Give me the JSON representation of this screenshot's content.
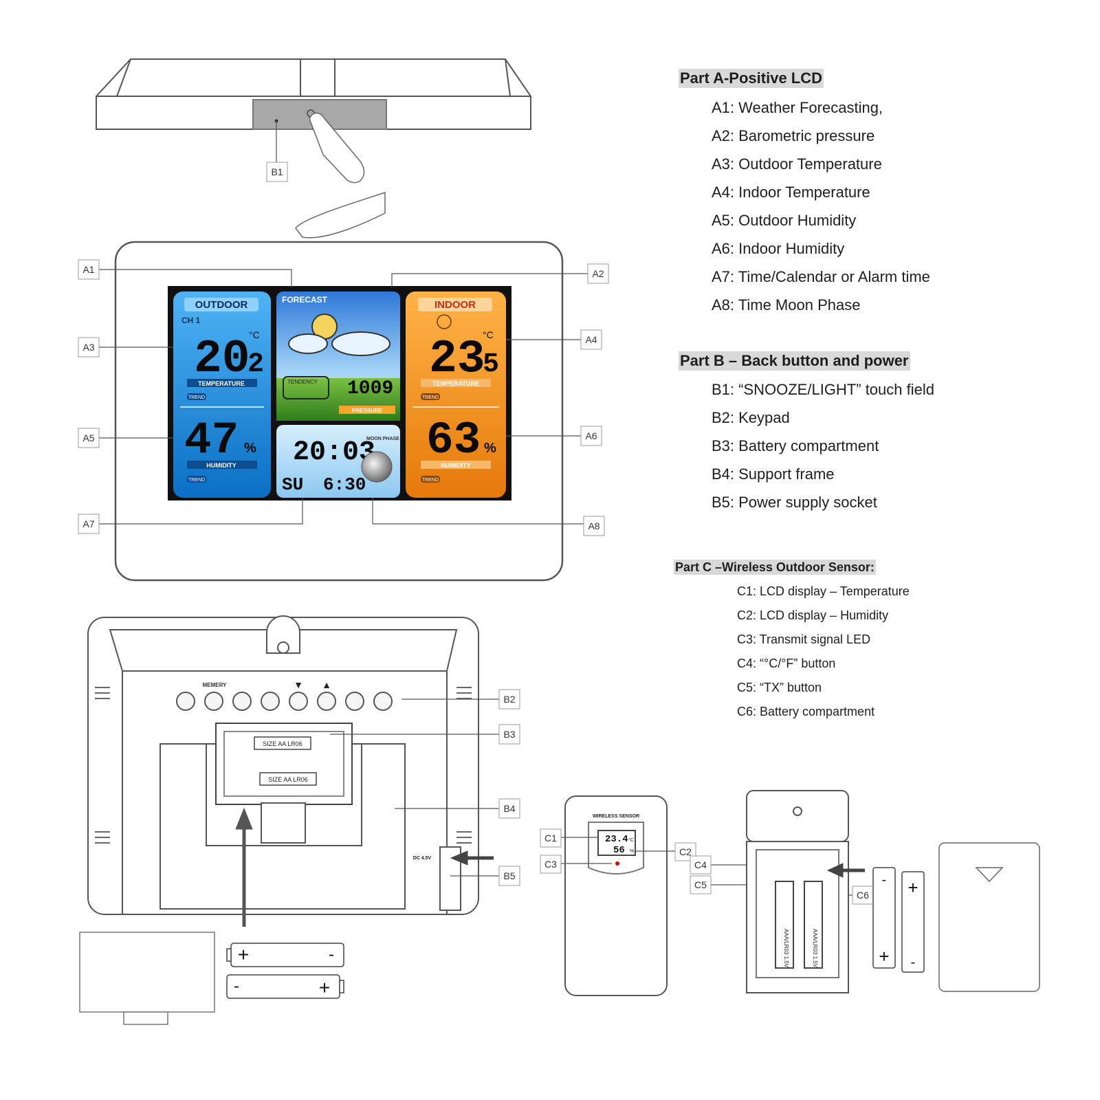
{
  "callouts": {
    "b1": "B1",
    "a1": "A1",
    "a2": "A2",
    "a3": "A3",
    "a4": "A4",
    "a5": "A5",
    "a6": "A6",
    "a7": "A7",
    "a8": "A8",
    "b2": "B2",
    "b3": "B3",
    "b4": "B4",
    "b5": "B5",
    "c1": "C1",
    "c2": "C2",
    "c3": "C3",
    "c4": "C4",
    "c5": "C5",
    "c6": "C6"
  },
  "lcd": {
    "outdoor": "OUTDOOR",
    "channel": "CH 1",
    "outdoor_temp_int": "20",
    "outdoor_temp_dec": "2",
    "temp_unit": "°C",
    "temperature_label": "TEMPERATURE",
    "trend": "TREND",
    "outdoor_humidity": "47",
    "percent": "%",
    "humidity_label": "HUMIDITY",
    "forecast": "FORECAST",
    "tendency": "TENDENCY",
    "pressure_value": "1009",
    "pressure_label": "PRESSURE",
    "time": "20:03",
    "moon_phase": "MOON PHASE",
    "day": "SU",
    "alarm_time": "6:30",
    "indoor": "INDOOR",
    "indoor_temp_int": "23",
    "indoor_temp_dec": "5",
    "indoor_humidity": "63"
  },
  "back_panel": {
    "memory": "MEMERY",
    "battery_size_1": "SIZE AA LR06",
    "battery_size_2": "SIZE AA LR06",
    "dc_label": "DC 4.5V"
  },
  "sensor": {
    "title": "WIRELESS SENSOR",
    "temp": "23.4",
    "temp_unit": "°C",
    "humidity": "56",
    "humidity_unit": "%",
    "battery_label_1": "AAA/LR03 1.5V",
    "battery_label_2": "AAA/LR03 1.5V"
  },
  "legend": {
    "part_a": {
      "title": "Part A-Positive LCD",
      "items": [
        "A1: Weather Forecasting,",
        "A2: Barometric pressure",
        "A3: Outdoor Temperature",
        "A4: Indoor Temperature",
        "A5: Outdoor Humidity",
        "A6: Indoor Humidity",
        "A7: Time/Calendar or Alarm time",
        "A8: Time Moon Phase"
      ]
    },
    "part_b": {
      "title": "Part B – Back button and power",
      "items": [
        "B1: “SNOOZE/LIGHT” touch field",
        "B2: Keypad",
        "B3: Battery compartment",
        "B4: Support frame",
        "B5: Power supply socket"
      ]
    },
    "part_c": {
      "title": "Part C –Wireless Outdoor Sensor:",
      "items": [
        "C1: LCD display – Temperature",
        "C2: LCD display – Humidity",
        "C3: Transmit signal LED",
        "C4: “°C/°F” button",
        "C5: “TX” button",
        "C6: Battery compartment"
      ]
    }
  },
  "colors": {
    "outdoor_panel": "#1f8fe0",
    "indoor_panel": "#f59a23",
    "lcd_frame": "#111111",
    "legend_highlight": "#d9d9d9"
  }
}
